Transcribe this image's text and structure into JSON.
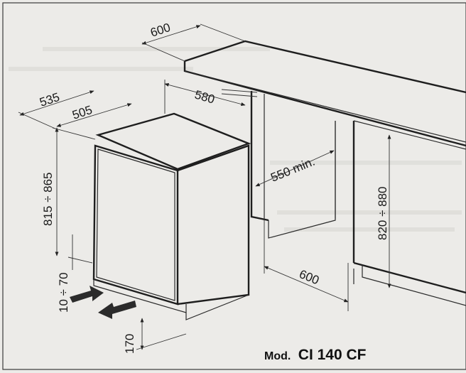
{
  "diagram": {
    "model": {
      "prefix": "Mod.",
      "name": "CI 140 CF"
    },
    "dimensions": {
      "appliance_depth_total": "535",
      "appliance_depth_body": "505",
      "appliance_height_range": "815 ÷ 865",
      "plinth_gap_range": "10 ÷ 70",
      "plinth_height": "170",
      "countertop_depth": "600",
      "niche_depth": "580",
      "niche_width_min": "550 min.",
      "cabinet_depth": "600",
      "niche_height_range": "820 ÷ 880"
    },
    "colors": {
      "paper": "#ecebe8",
      "ink": "#1e1e1e",
      "arrow_fill": "#2b2b2b"
    }
  }
}
